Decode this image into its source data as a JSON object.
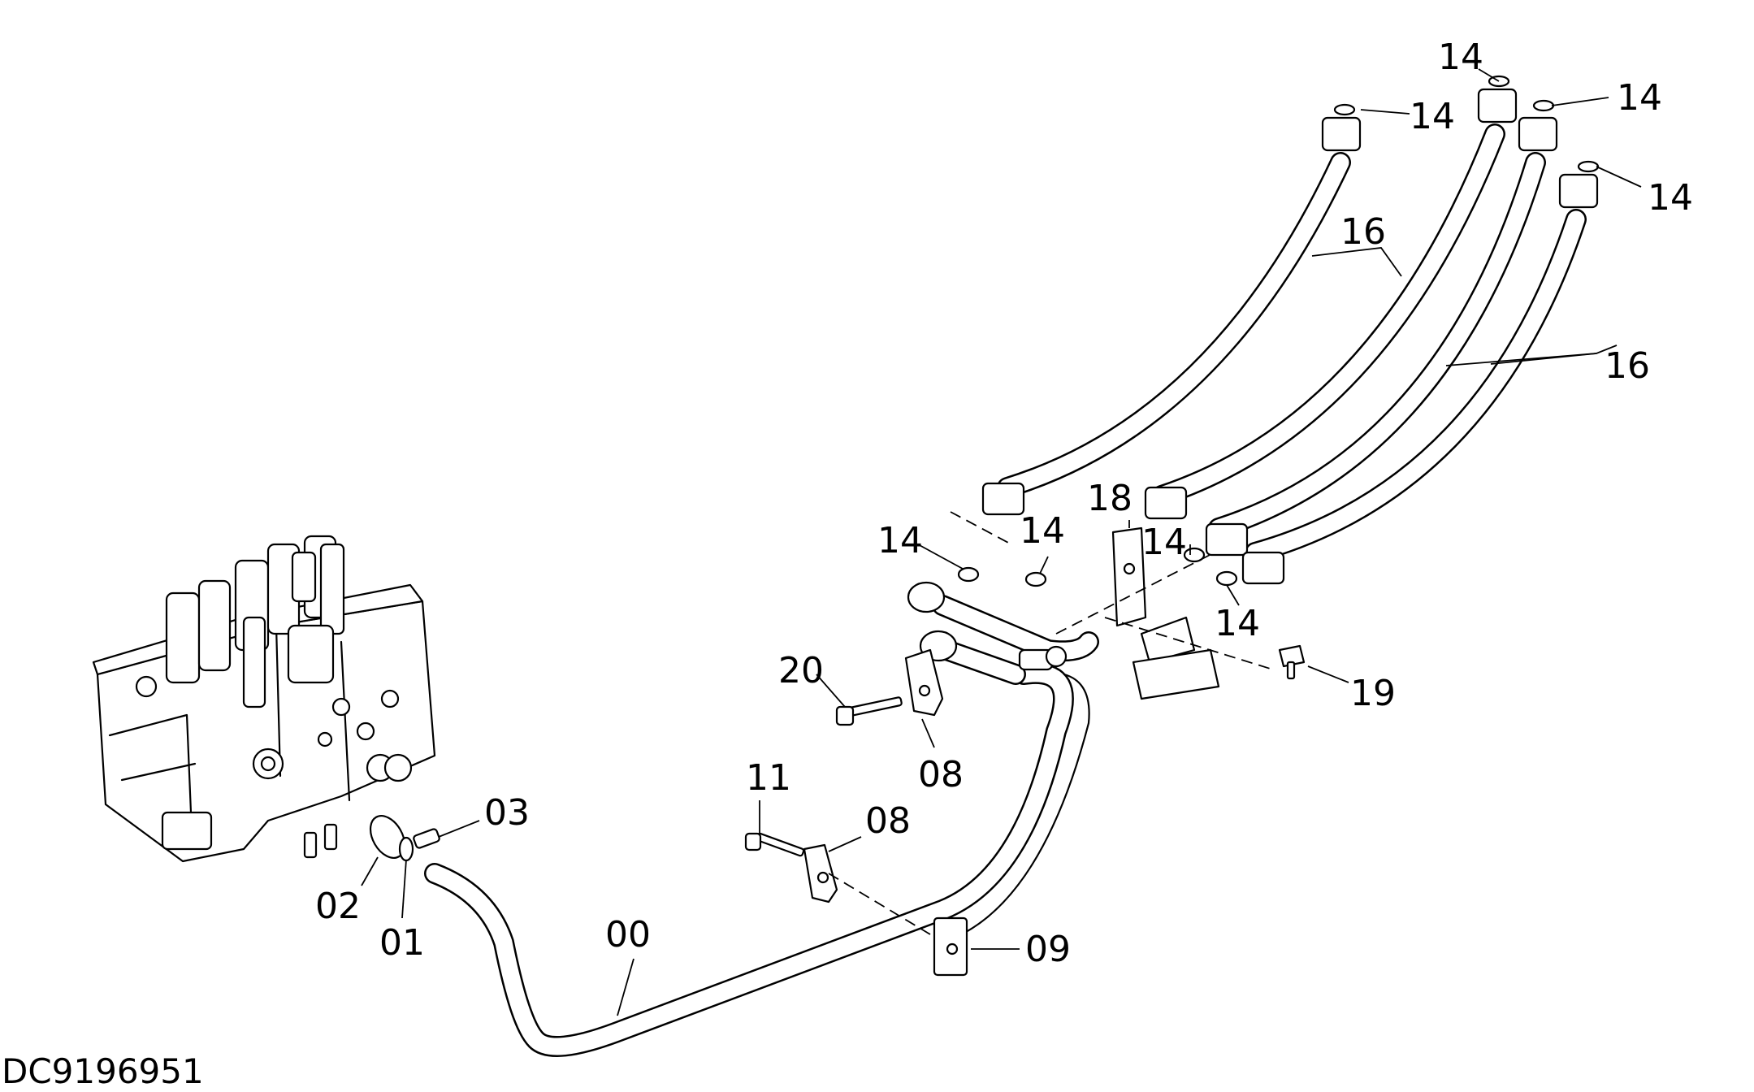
{
  "diagram": {
    "document_code": "DC9196951",
    "callouts": {
      "c00": "00",
      "c01": "01",
      "c02": "02",
      "c03": "03",
      "c08a": "08",
      "c08b": "08",
      "c09": "09",
      "c11": "11",
      "c14_top1": "14",
      "c14_top2": "14",
      "c14_top3": "14",
      "c14_top4": "14",
      "c14_mid1": "14",
      "c14_mid2": "14",
      "c14_mid3": "14",
      "c14_mid4": "14",
      "c16a": "16",
      "c16b": "16",
      "c18": "18",
      "c19": "19",
      "c20": "20"
    }
  }
}
